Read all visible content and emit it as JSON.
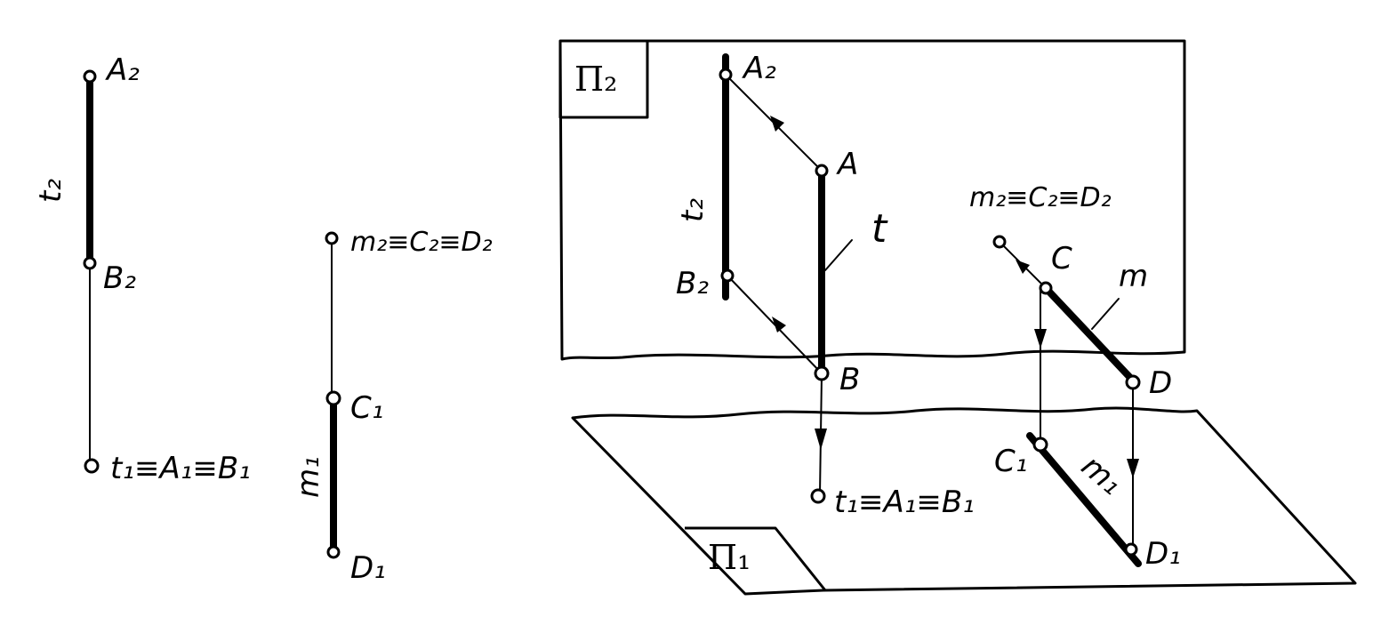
{
  "left_view": {
    "A2": "A₂",
    "B2": "B₂",
    "t2": "t₂",
    "t1_A1_B1": "t₁≡A₁≡B₁",
    "m2_C2_D2": "m₂≡C₂≡D₂",
    "C1": "C₁",
    "D1": "D₁",
    "m1": "m₁"
  },
  "spatial_view": {
    "plane_P2": "П₂",
    "plane_P1": "П₁",
    "A2": "A₂",
    "A": "A",
    "t": "t",
    "t2": "t₂",
    "B2": "B₂",
    "B": "B",
    "t1_A1_B1": "t₁≡A₁≡B₁",
    "m2_C2_D2": "m₂≡C₂≡D₂",
    "C": "C",
    "m": "m",
    "D": "D",
    "C1": "C₁",
    "m1": "m₁",
    "D1": "D₁"
  }
}
